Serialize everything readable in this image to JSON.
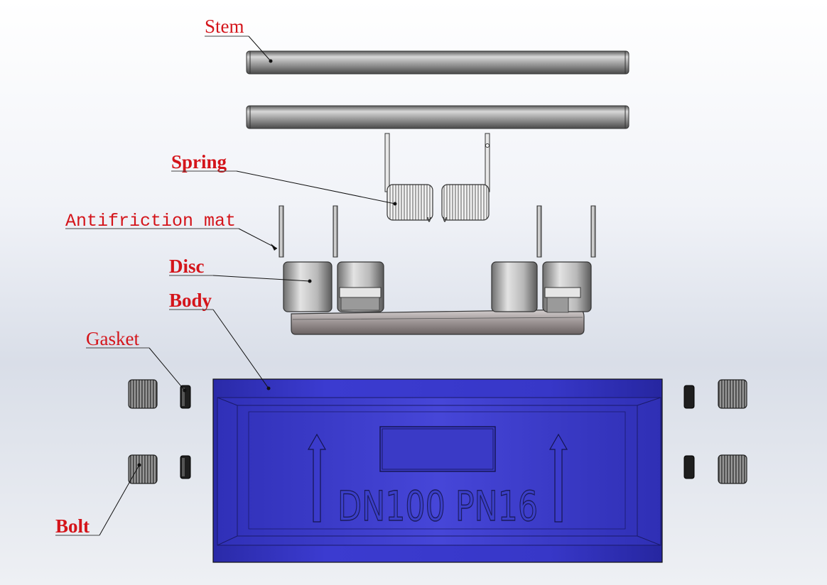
{
  "labels": {
    "stem": "Stem",
    "spring": "Spring",
    "antifriction_mat": "Antifriction mat",
    "disc": "Disc",
    "body": "Body",
    "gasket": "Gasket",
    "bolt": "Bolt"
  },
  "body_marking": "DN100  PN16",
  "colors": {
    "label": "#d4141a",
    "body_blue": "#3636c8",
    "metal": "#9a9a9a",
    "background_top": "#ffffff",
    "background_mid": "#d6dbe6"
  },
  "icons": {
    "flow_arrow_left": "up-arrow-icon",
    "flow_arrow_right": "up-arrow-icon"
  }
}
